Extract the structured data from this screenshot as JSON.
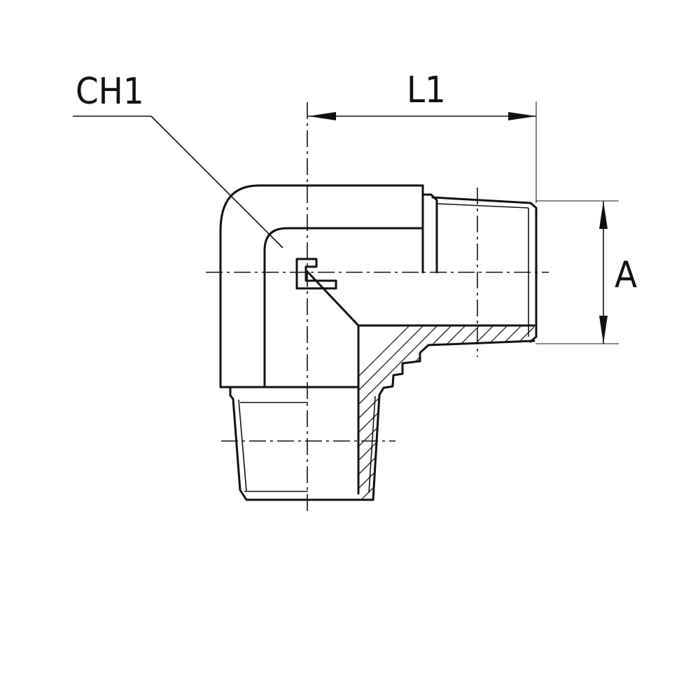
{
  "labels": {
    "across_flats": "CH1",
    "length": "L1",
    "thread_size": "A"
  }
}
